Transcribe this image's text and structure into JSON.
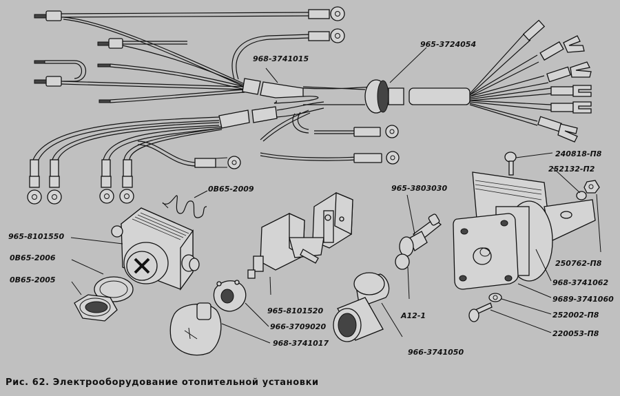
{
  "figure": {
    "caption": "Рис. 62. Электрооборудование отопительной установки",
    "labels": {
      "harness_1": "968-3741015",
      "grommet": "965-3724054",
      "spring": "0В65-2009",
      "switch_1": "965-8101550",
      "washer": "0В65-2006",
      "nut": "0В65-2005",
      "microswitch": "965-8101520",
      "knob_nut": "966-3709020",
      "knob": "968-3741017",
      "lamp_holder": "965-3803030",
      "lamp": "А12-1",
      "lamp_cap": "966-3741050",
      "screw_top": "240818-П8",
      "washer_top": "252132-П2",
      "nut_right": "250762-П8",
      "motor_bracket": "968-3741062",
      "motor": "9689-3741060",
      "washer_bottom": "252002-П8",
      "screw_bottom": "220053-П8"
    }
  }
}
